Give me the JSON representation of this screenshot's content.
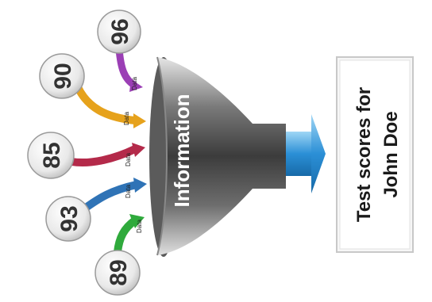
{
  "diagram": {
    "funnel_label": "Information",
    "result_label_line1": "Test scores for",
    "result_label_line2": "John Doe",
    "input_tag": "Data",
    "inputs": [
      {
        "value": "96",
        "color": "#9b3fb5"
      },
      {
        "value": "90",
        "color": "#e6a21c"
      },
      {
        "value": "85",
        "color": "#b42a4a"
      },
      {
        "value": "93",
        "color": "#2f73b6"
      },
      {
        "value": "89",
        "color": "#2faa3c"
      }
    ],
    "arrow_color": "#3a9fdc"
  }
}
